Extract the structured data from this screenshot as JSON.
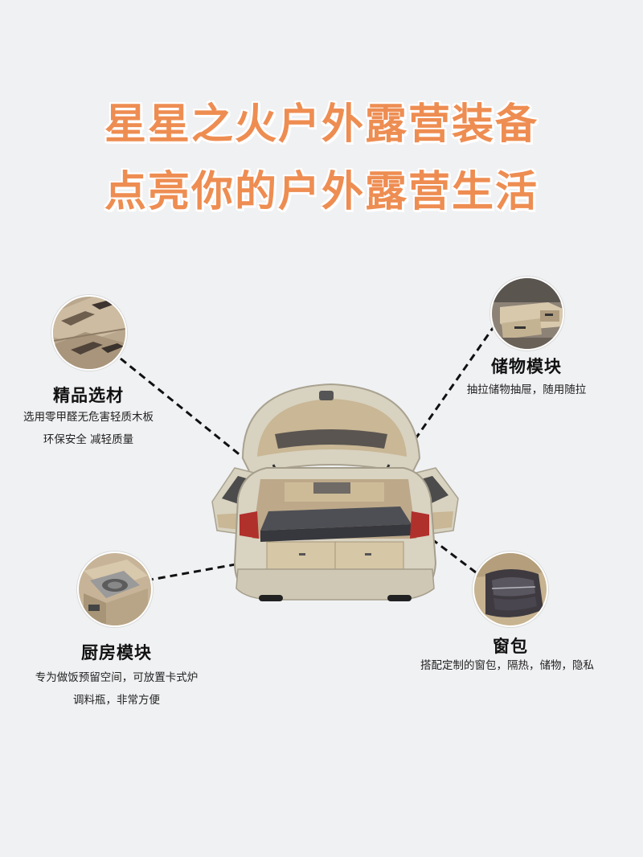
{
  "headline": {
    "line1": "星星之火户外露营装备",
    "line2": "点亮你的户外露营生活"
  },
  "features": {
    "material": {
      "title": "精品选材",
      "desc_line1": "选用零甲醛无危害轻质木板",
      "desc_line2": "环保安全 减轻质量",
      "icon": "wood-panels-photo"
    },
    "storage": {
      "title": "储物模块",
      "desc_line1": "抽拉储物抽屉，随用随拉",
      "icon": "drawer-photo"
    },
    "kitchen": {
      "title": "厨房模块",
      "desc_line1": "专为做饭预留空间，可放置卡式炉",
      "desc_line2": "调料瓶，非常方便",
      "icon": "stove-photo"
    },
    "window_bag": {
      "title": "窗包",
      "desc_line1": "搭配定制的窗包，隔热，储物，隐私",
      "icon": "window-bag-photo"
    }
  },
  "colors": {
    "headline": "#ee8d52",
    "background": "#f0f1f3",
    "car_body": "#d8d2c0",
    "interior": "#c9b795"
  }
}
